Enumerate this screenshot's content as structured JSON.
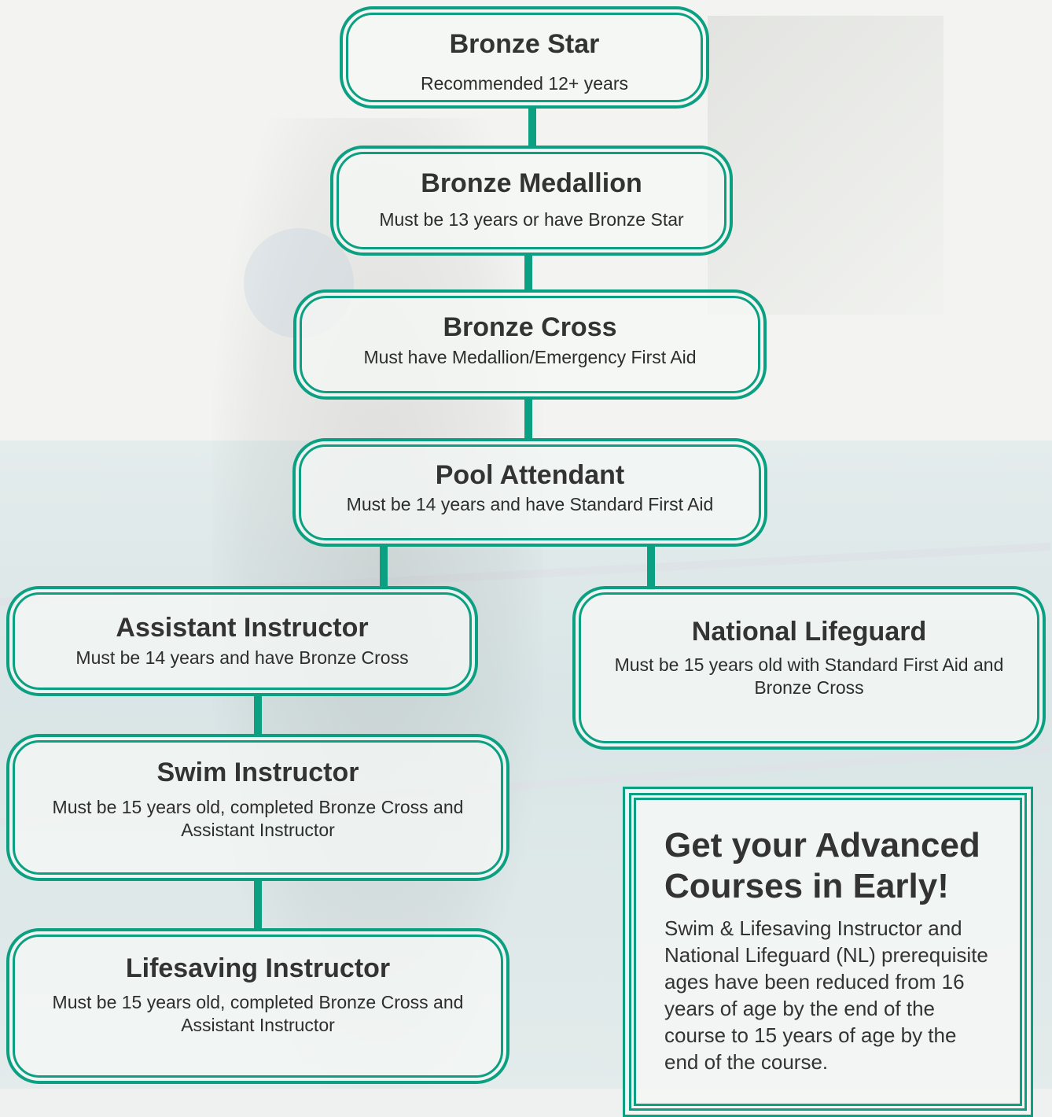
{
  "nodes": {
    "bronze_star": {
      "title": "Bronze Star",
      "subtitle": "Recommended 12+ years"
    },
    "bronze_medallion": {
      "title": "Bronze Medallion",
      "subtitle": "Must be 13 years or have Bronze Star"
    },
    "bronze_cross": {
      "title": "Bronze Cross",
      "subtitle": "Must have Medallion/Emergency First Aid"
    },
    "pool_attendant": {
      "title": "Pool Attendant",
      "subtitle": "Must be 14 years and have Standard First Aid"
    },
    "assistant_instructor": {
      "title": "Assistant Instructor",
      "subtitle": "Must be 14 years and have Bronze Cross"
    },
    "national_lifeguard": {
      "title": "National Lifeguard",
      "subtitle": "Must be 15 years old with Standard First Aid and Bronze Cross"
    },
    "swim_instructor": {
      "title": "Swim Instructor",
      "subtitle": "Must be 15 years old, completed Bronze Cross and Assistant Instructor"
    },
    "lifesaving_instructor": {
      "title": "Lifesaving Instructor",
      "subtitle": "Must be 15 years old, completed Bronze Cross and Assistant Instructor"
    }
  },
  "promo": {
    "heading": "Get your Advanced Courses in Early!",
    "body": "Swim & Lifesaving Instructor and National Lifeguard (NL) prerequisite ages have been reduced from 16 years of age by the end of the course to 15 years of age by the end of the course."
  },
  "colors": {
    "accent": "#0ba081",
    "text": "#333333"
  }
}
